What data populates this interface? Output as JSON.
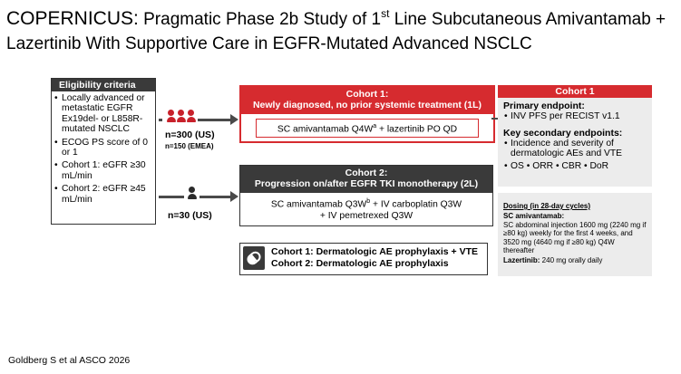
{
  "title": {
    "bold": "COPERNICUS:",
    "part1": " Pragmatic Phase 2b Study of 1",
    "sup": "st",
    "part2": " Line Subcutaneous Amivantamab + Lazertinib With Supportive Care in EGFR-Mutated Advanced NSCLC"
  },
  "eligibility": {
    "header": "Eligibility criteria",
    "items": [
      "Locally advanced or metastatic EGFR Ex19del- or L858R-mutated NSCLC",
      "ECOG PS score of 0 or 1",
      "Cohort 1: eGFR ≥30 mL/min",
      "Cohort 2: eGFR ≥45 mL/min"
    ]
  },
  "population1": {
    "n": "n=300 (US)",
    "sub": "n=150 (EMEA)"
  },
  "population2": {
    "n": "n=30 (US)"
  },
  "cohort1": {
    "title": "Cohort 1:",
    "subtitle": "Newly diagnosed, no prior systemic treatment (1L)",
    "treatment": "SC amivantamab Q4W",
    "treatment_sup": "a",
    "treatment_rest": " + lazertinib PO QD"
  },
  "cohort2": {
    "title": "Cohort 2:",
    "subtitle": "Progression on/after EGFR TKI monotherapy (2L)",
    "line1": "SC amivantamab Q3W",
    "line1_sup": "b",
    "line1_rest": " + IV carboplatin Q3W",
    "line2": "+ IV pemetrexed Q3W"
  },
  "prophylaxis": {
    "line1": "Cohort 1: Dermatologic AE prophylaxis + VTE",
    "line2": "Cohort 2: Dermatologic AE prophylaxis"
  },
  "endpoints": {
    "header": "Cohort 1",
    "primary_title": "Primary endpoint:",
    "primary": "INV PFS per RECIST v1.1",
    "secondary_title": "Key secondary endpoints:",
    "secondary1": "Incidence and severity of dermatologic AEs and VTE",
    "secondary2": "OS • ORR • CBR • DoR"
  },
  "dosing": {
    "title": "Dosing (in 28-day cycles)",
    "sc_label": "SC amivantamab:",
    "sc_text": "SC abdominal injection 1600 mg (2240 mg if ≥80 kg) weekly for the first 4 weeks, and 3520 mg (4640 mg if ≥80 kg) Q4W thereafter",
    "laz_label": "Lazertinib:",
    "laz_text": " 240 mg orally daily"
  },
  "citation": "Goldberg S et al ASCO 2026",
  "colors": {
    "red": "#d62b2f",
    "dark": "#3a3a3a",
    "panel": "#ececec"
  }
}
